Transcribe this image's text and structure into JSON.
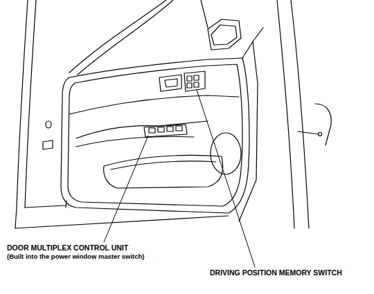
{
  "diagram": {
    "labels": [
      "DOOR MULTIPLEX CONTROL UNIT",
      "(Built into the power window master switch)",
      "DRIVING POSITION MEMORY SWITCH"
    ]
  }
}
